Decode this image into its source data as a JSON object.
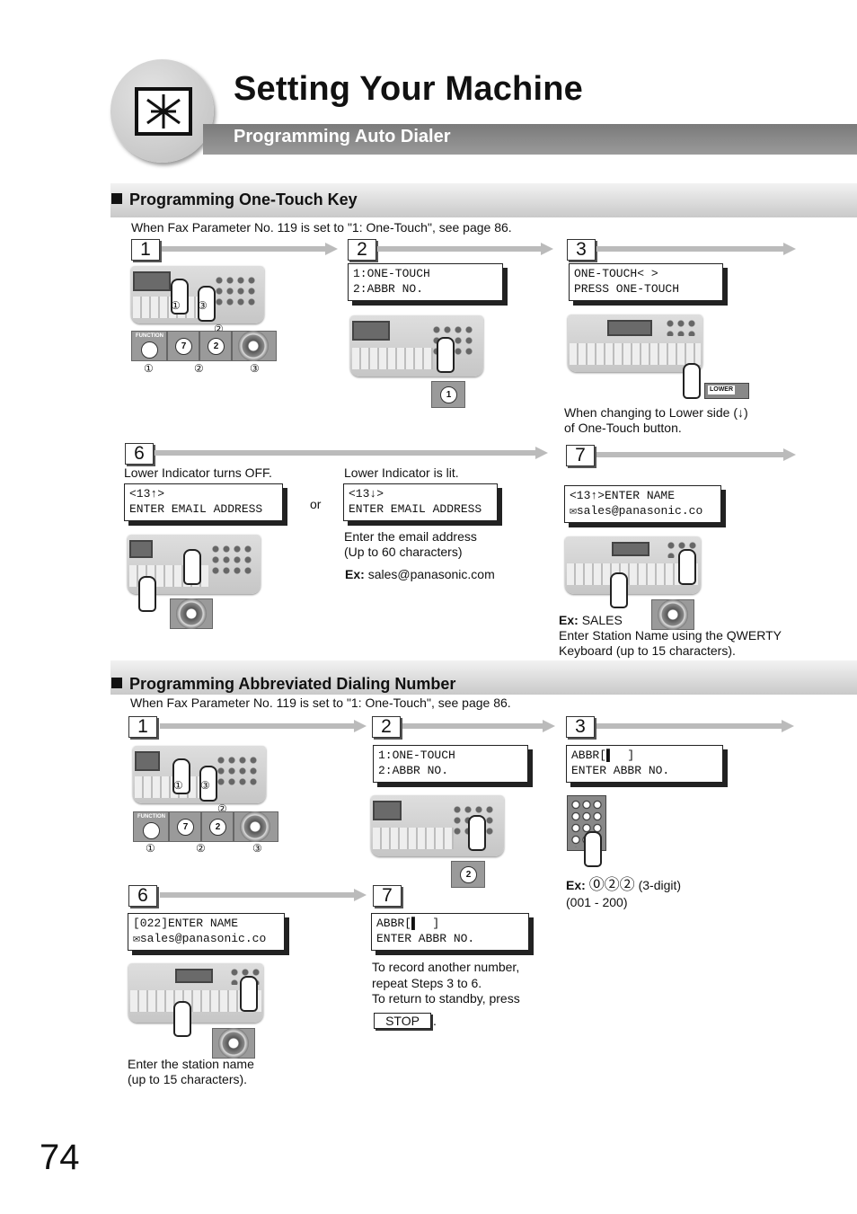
{
  "header": {
    "title": "Setting Your Machine",
    "subtitle": "Programming Auto Dialer"
  },
  "one_touch": {
    "heading": "Programming One-Touch Key",
    "note": "When Fax Parameter No. 119 is set to \"1: One-Touch\", see page 86.",
    "step1": {
      "num": "1",
      "labels": [
        "①",
        "②",
        "③"
      ],
      "function_label": "FUNCTION",
      "keys": [
        "7",
        "2"
      ]
    },
    "step2": {
      "num": "2",
      "lcd": "1:ONE-TOUCH\n2:ABBR NO.",
      "key": "1"
    },
    "step3": {
      "num": "3",
      "lcd": "ONE-TOUCH< >\nPRESS ONE-TOUCH",
      "lower_label": "LOWER",
      "caption1": "When changing to Lower side (↓)",
      "caption2": "of One-Touch button."
    },
    "step6": {
      "num": "6",
      "off_caption": "Lower Indicator turns OFF.",
      "lit_caption": "Lower Indicator is lit.",
      "lcd_off": "<13↑>\nENTER EMAIL ADDRESS",
      "or": "or",
      "lcd_lit": "<13↓>\nENTER EMAIL ADDRESS",
      "email_caption1": "Enter the email address",
      "email_caption2": "(Up to 60 characters)",
      "ex_label": "Ex:",
      "ex_value": "sales@panasonic.com"
    },
    "step7": {
      "num": "7",
      "lcd": "<13↑>ENTER NAME\n✉sales@panasonic.co",
      "ex_label": "Ex:",
      "ex_value": "SALES",
      "caption1": "Enter Station Name using the QWERTY",
      "caption2": "Keyboard (up to 15 characters)."
    }
  },
  "abbr": {
    "heading": "Programming Abbreviated Dialing Number",
    "note": "When Fax Parameter No. 119 is set to \"1: One-Touch\", see page 86.",
    "step1": {
      "num": "1",
      "labels": [
        "①",
        "②",
        "③"
      ],
      "function_label": "FUNCTION",
      "keys": [
        "7",
        "2"
      ]
    },
    "step2": {
      "num": "2",
      "lcd": "1:ONE-TOUCH\n2:ABBR NO.",
      "key": "2"
    },
    "step3": {
      "num": "3",
      "lcd": "ABBR[▌  ]\nENTER ABBR NO.",
      "ex_label": "Ex:",
      "ex_digits": "⓪②②",
      "ex_note": "(3-digit)",
      "range": "(001 - 200)"
    },
    "step6": {
      "num": "6",
      "lcd": "[022]ENTER NAME\n✉sales@panasonic.co",
      "caption1": "Enter the station name",
      "caption2": "(up to 15 characters)."
    },
    "step7": {
      "num": "7",
      "lcd": "ABBR[▌  ]\nENTER ABBR NO.",
      "caption1": "To record another number,",
      "caption2": "repeat Steps 3 to 6.",
      "caption3": "To return to standby, press",
      "stop": "STOP",
      "period": "."
    }
  },
  "page_number": "74"
}
